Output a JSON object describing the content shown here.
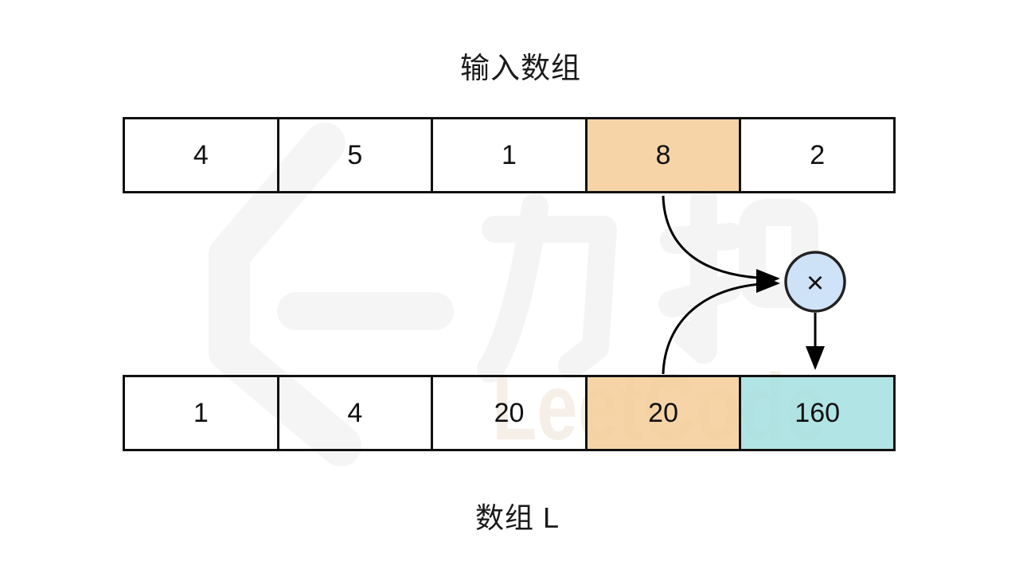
{
  "input_array": {
    "title": "输入数组",
    "cells": [
      {
        "value": "4",
        "style": "plain"
      },
      {
        "value": "5",
        "style": "plain"
      },
      {
        "value": "1",
        "style": "plain"
      },
      {
        "value": "8",
        "style": "highlight-orange"
      },
      {
        "value": "2",
        "style": "plain"
      }
    ]
  },
  "l_array": {
    "title": "数组 L",
    "cells": [
      {
        "value": "1",
        "style": "plain"
      },
      {
        "value": "4",
        "style": "plain"
      },
      {
        "value": "20",
        "style": "plain"
      },
      {
        "value": "20",
        "style": "highlight-orange"
      },
      {
        "value": "160",
        "style": "highlight-teal"
      }
    ]
  },
  "operator": {
    "symbol": "×"
  },
  "watermark": {
    "chinese": "力扣",
    "latin": "LeetCode"
  },
  "colors": {
    "highlight_orange": "#f6d0a0",
    "highlight_teal": "#ace2e2",
    "operator_blue": "#cde2f7",
    "line_stroke": "#111111",
    "watermark_gray": "#f5f5f5",
    "watermark_warm": "#f5efe8"
  }
}
